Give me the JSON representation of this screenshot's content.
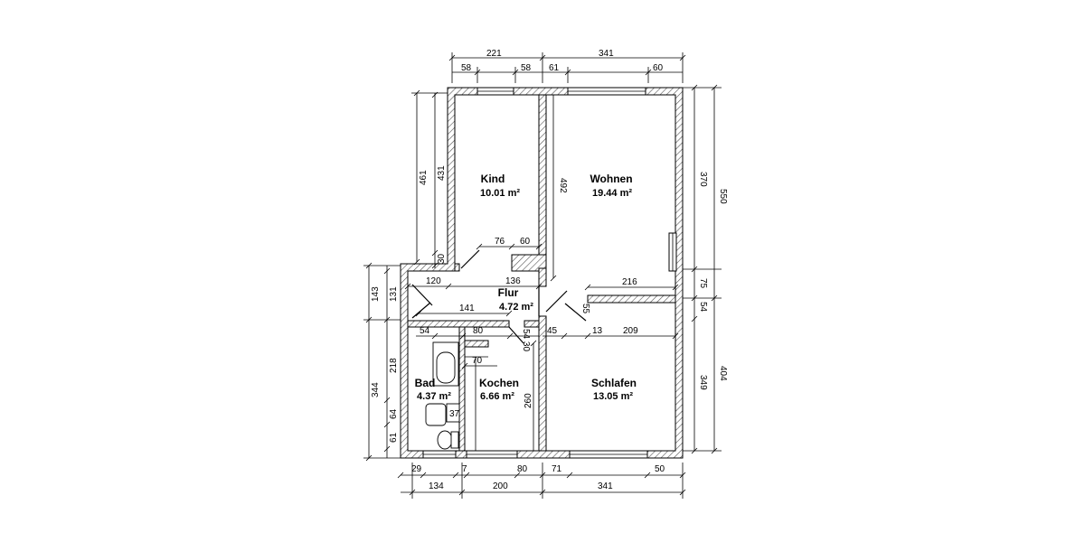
{
  "rooms": {
    "kind": {
      "name": "Kind",
      "area": "10.01 m²"
    },
    "wohnen": {
      "name": "Wohnen",
      "area": "19.44 m²"
    },
    "flur": {
      "name": "Flur",
      "area": "4.72 m²"
    },
    "bad": {
      "name": "Bad",
      "area": "4.37 m²"
    },
    "kochen": {
      "name": "Kochen",
      "area": "6.66 m²"
    },
    "schlafen": {
      "name": "Schlafen",
      "area": "13.05 m²"
    }
  },
  "dimensions": {
    "top_left_total": "221",
    "top_right_total": "341",
    "top_win1_left": "58",
    "top_win1_right": "58",
    "top_win2_left": "61",
    "top_win2_right": "60",
    "left_upper_total": "461",
    "left_kind_height": "431",
    "left_wall_30": "30",
    "far_left_143": "143",
    "far_left_344": "344",
    "left_131": "131",
    "left_218": "218",
    "left_64": "64",
    "left_61": "61",
    "right_370": "370",
    "right_550": "550",
    "right_75": "75",
    "right_54": "54",
    "right_349": "349",
    "right_404": "404",
    "kind_door_76": "76",
    "kind_door_60": "60",
    "wall_492": "492",
    "flur_120": "120",
    "flur_136": "136",
    "flur_141": "141",
    "wohnen_216": "216",
    "door_55": "55",
    "kueche_54": "54",
    "kueche_80": "80",
    "kueche_54_30": "54 30",
    "kueche_45": "45",
    "schlafen_13": "13",
    "schlafen_209": "209",
    "kueche_70": "70",
    "bad_37": "37",
    "wall_260": "260",
    "bot_29": "29",
    "bot_7": "7",
    "bot_80": "80",
    "bot_71": "71",
    "bot_50": "50",
    "bot_134": "134",
    "bot_200": "200",
    "bot_341": "341"
  }
}
